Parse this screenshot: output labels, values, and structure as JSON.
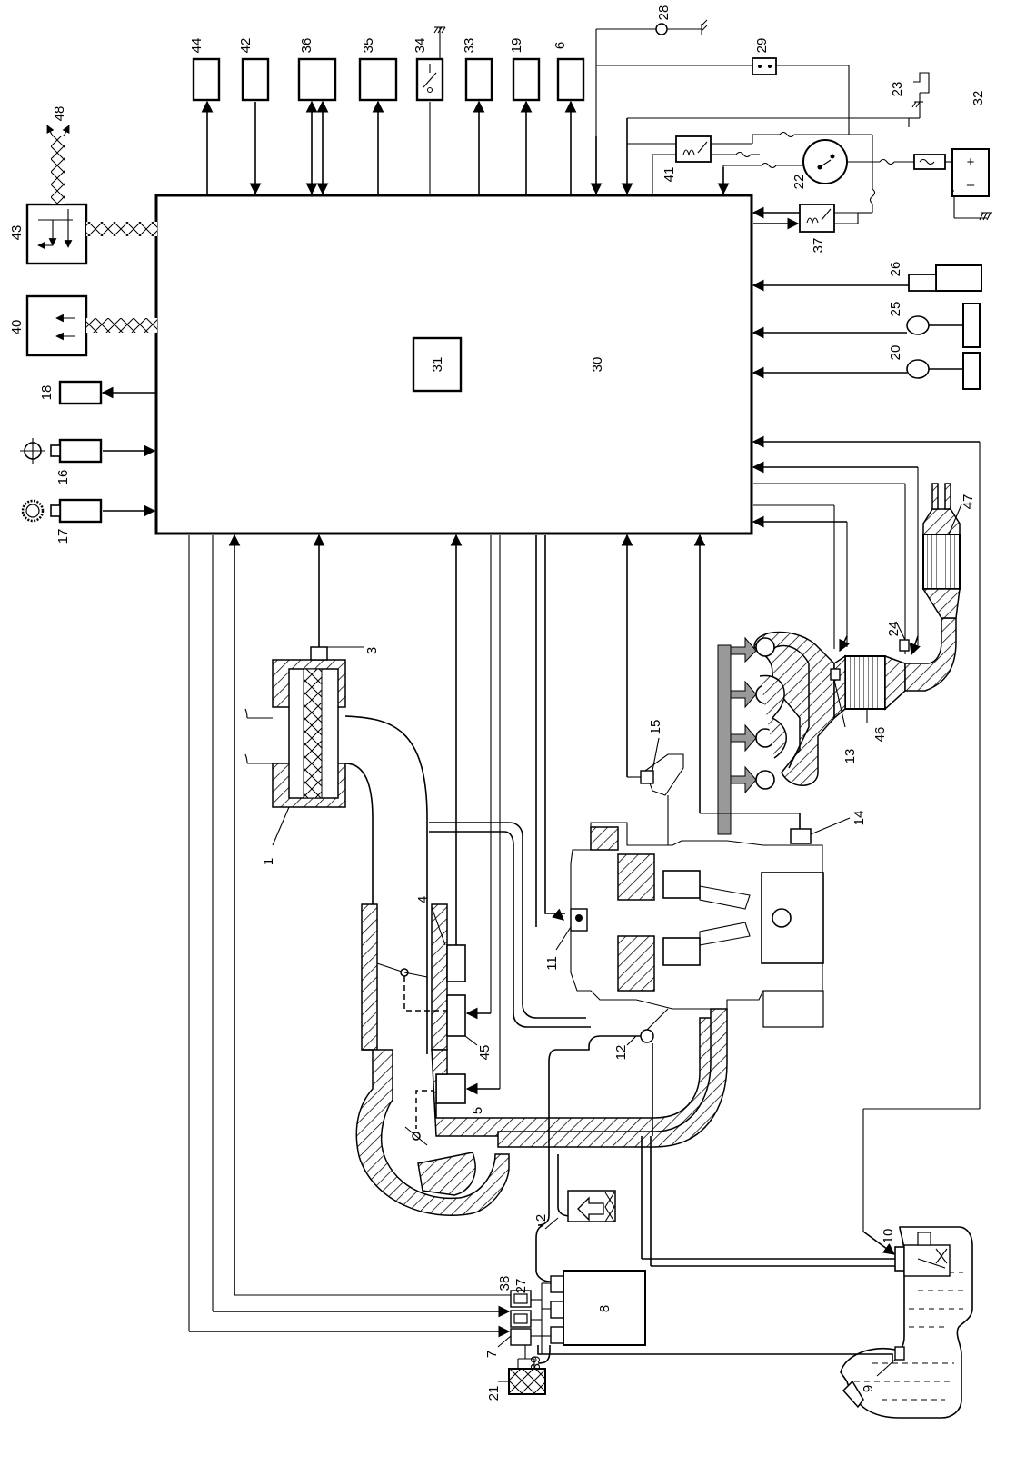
{
  "labels": {
    "n1": "1",
    "n2": "2",
    "n3": "3",
    "n4": "4",
    "n5": "5",
    "n6": "6",
    "n7": "7",
    "n8": "8",
    "n9": "9",
    "n10": "10",
    "n11": "11",
    "n12": "12",
    "n13": "13",
    "n14": "14",
    "n15": "15",
    "n16": "16",
    "n17": "17",
    "n18": "18",
    "n19": "19",
    "n20": "20",
    "n21": "21",
    "n22": "22",
    "n23": "23",
    "n24": "24",
    "n25": "25",
    "n26": "26",
    "n27": "27",
    "n28": "28",
    "n29": "29",
    "n30": "30",
    "n31": "31",
    "n32": "32",
    "n33": "33",
    "n34": "34",
    "n35": "35",
    "n36": "36",
    "n37": "37",
    "n38": "38",
    "n39": "39",
    "n40": "40",
    "n41": "41",
    "n42": "42",
    "n43": "43",
    "n44": "44",
    "n45": "45",
    "n46": "46",
    "n47": "47",
    "n48": "48"
  },
  "battery": {
    "plus": "+",
    "minus": "–"
  }
}
